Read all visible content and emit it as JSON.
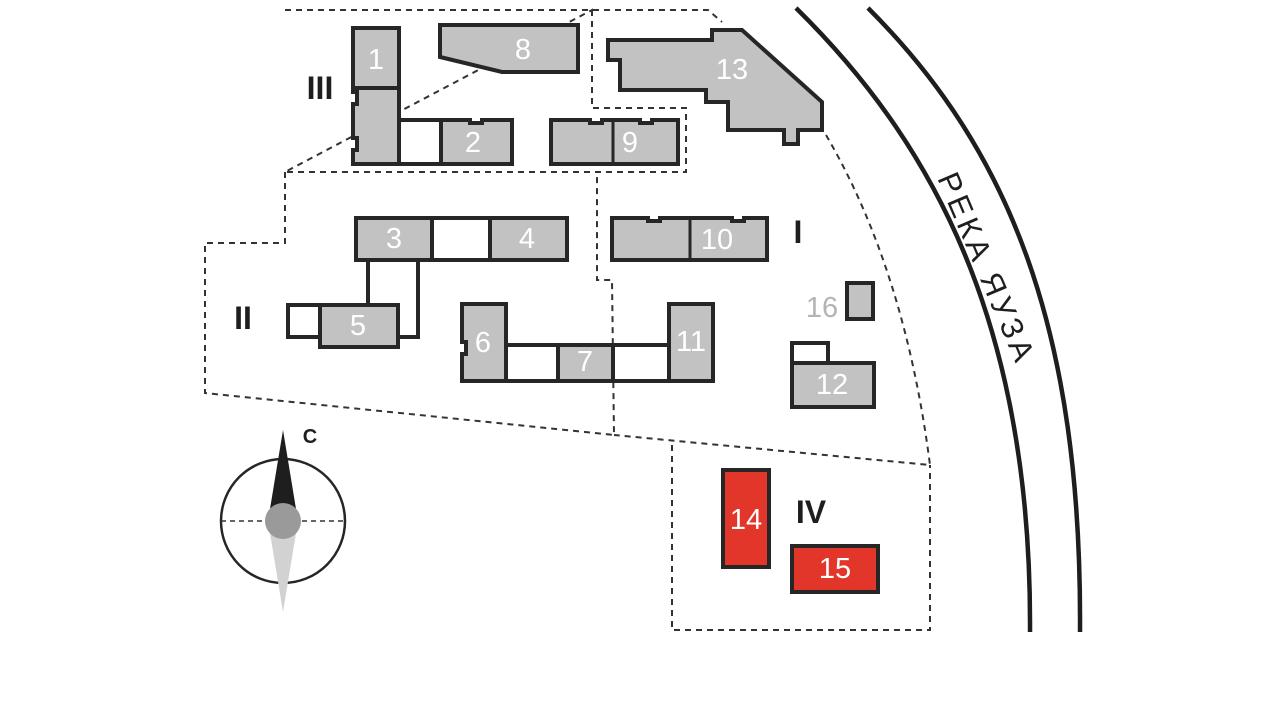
{
  "map": {
    "river_label": "РЕКА ЯУЗА",
    "compass_north_label": "С",
    "zones": {
      "I": "I",
      "II": "II",
      "III": "III",
      "IV": "IV"
    },
    "buildings": {
      "b1": "1",
      "b2": "2",
      "b3": "3",
      "b4": "4",
      "b5": "5",
      "b6": "6",
      "b7": "7",
      "b8": "8",
      "b9": "9",
      "b10": "10",
      "b11": "11",
      "b12": "12",
      "b13": "13",
      "b14": "14",
      "b15": "15",
      "b16": "16"
    },
    "highlighted_buildings": [
      "14",
      "15"
    ],
    "colors": {
      "existing": "#c2c2c2",
      "highlight": "#e2362a",
      "outline": "#262626"
    }
  }
}
